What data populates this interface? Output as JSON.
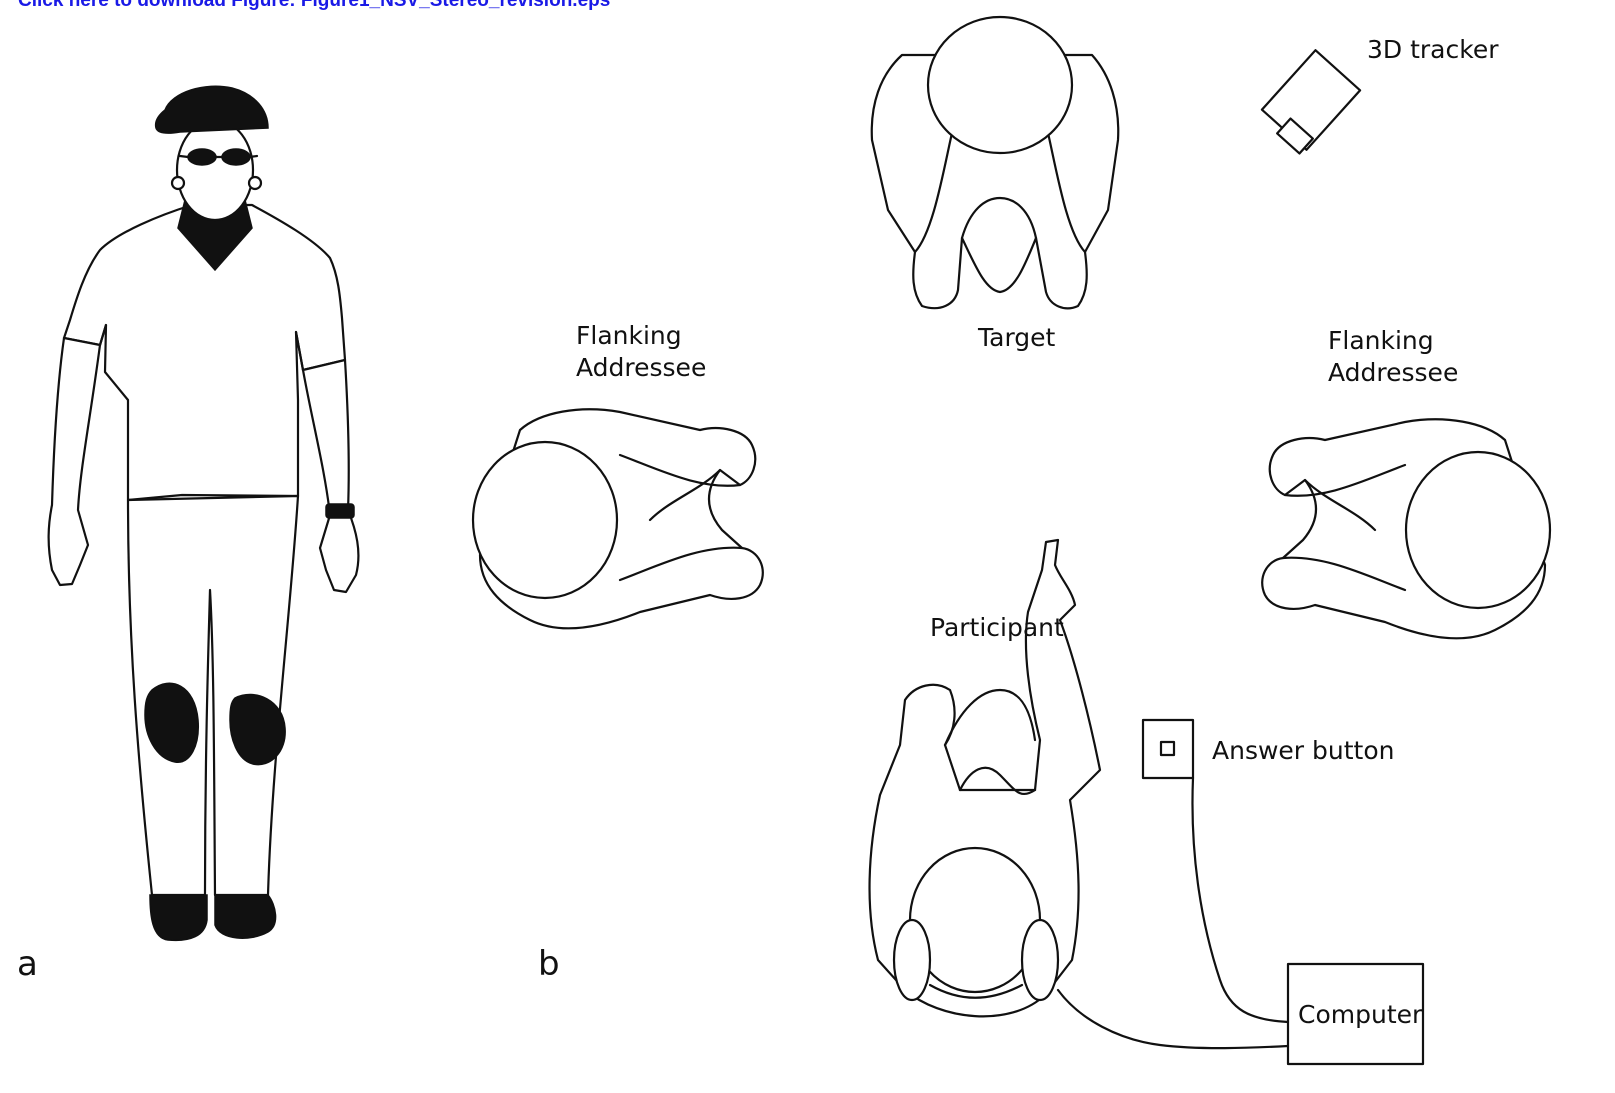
{
  "header": {
    "download_link": "Click here to download Figure: Figure1_NSV_Stereo_revision.eps"
  },
  "panels": {
    "a": {
      "letter": "a"
    },
    "b": {
      "letter": "b"
    }
  },
  "labels": {
    "tracker": "3D tracker",
    "target": "Target",
    "flank_left_1": "Flanking",
    "flank_left_2": "Addressee",
    "flank_right_1": "Flanking",
    "flank_right_2": "Addressee",
    "participant": "Participant",
    "answer_button": "Answer button",
    "computer": "Computer"
  },
  "colors": {
    "link": "#1a1ae6",
    "ink": "#111111",
    "background": "#ffffff"
  }
}
